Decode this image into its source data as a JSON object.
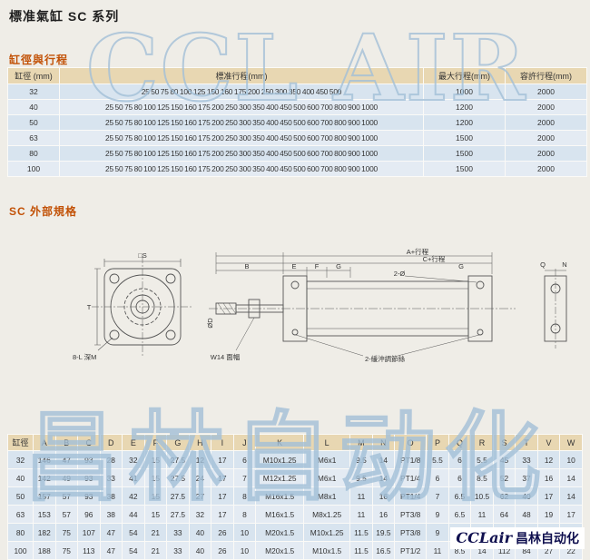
{
  "page": {
    "title": "標准氣缸 SC 系列",
    "watermark_top": "CCL AIR",
    "watermark_bottom": "昌林自动化",
    "logo_latin": "CCLair",
    "logo_cjk": "昌林自动化",
    "accent_color": "#c25106",
    "table_header_color": "#e8d7b2",
    "table_row_color": "#d8e4ef",
    "watermark_color": "#a3c0d8"
  },
  "stroke_section": {
    "heading": "缸徑與行程",
    "table": {
      "headers": [
        "缸徑 (mm)",
        "標准行程(mm)",
        "最大行程(mm)",
        "容許行程(mm)"
      ],
      "rows": [
        [
          "32",
          "25 50 75 80 100 125 150 160 175 200 250 300 350 400 450 500",
          "1000",
          "2000"
        ],
        [
          "40",
          "25 50 75 80 100 125 150 160 175 200 250 300 350 400 450 500 600 700 800 900 1000",
          "1200",
          "2000"
        ],
        [
          "50",
          "25 50 75 80 100 125 150 160 175 200 250 300 350 400 450 500 600 700 800 900 1000",
          "1200",
          "2000"
        ],
        [
          "63",
          "25 50 75 80 100 125 150 160 175 200 250 300 350 400 450 500 600 700 800 900 1000",
          "1500",
          "2000"
        ],
        [
          "80",
          "25 50 75 80 100 125 150 160 175 200 250 300 350 400 450 500 600 700 800 900 1000",
          "1500",
          "2000"
        ],
        [
          "100",
          "25 50 75 80 100 125 150 160 175 200 250 300 350 400 450 500 600 700 800 900 1000",
          "1500",
          "2000"
        ]
      ]
    }
  },
  "spec_section": {
    "heading": "SC 外部規格"
  },
  "drawing": {
    "labels": {
      "square_s": "□S",
      "t": "T",
      "corner_holes": "8-L 深M",
      "rod_dia": "ØD",
      "rod_flat": "W14 面幅",
      "b": "B",
      "e": "E",
      "f": "F",
      "g": "G",
      "g2": "G",
      "a_stroke": "A+行程",
      "c_stroke": "C+行程",
      "two_ports": "2-Ø",
      "cushion": "2-緩沖調節絲",
      "q": "Q",
      "n": "N"
    }
  },
  "dim_table": {
    "headers": [
      "缸徑",
      "A",
      "B",
      "C",
      "D",
      "E",
      "F",
      "G",
      "H",
      "I",
      "J",
      "K",
      "L",
      "M",
      "N",
      "O",
      "P",
      "Q",
      "R",
      "S",
      "T",
      "V",
      "W"
    ],
    "rows": [
      [
        "32",
        "146",
        "47",
        "93",
        "28",
        "32",
        "15",
        "27.5",
        "12",
        "17",
        "6",
        "M10x1.25",
        "M6x1",
        "9.5",
        "14",
        "PT1/8",
        "5.5",
        "6",
        "5.5",
        "45",
        "33",
        "12",
        "10"
      ],
      [
        "40",
        "142",
        "49",
        "93",
        "33",
        "41",
        "15",
        "27.5",
        "24",
        "17",
        "7",
        "M12x1.25",
        "M6x1",
        "9.5",
        "14",
        "PT1/4",
        "6",
        "6",
        "8.5",
        "52",
        "37",
        "16",
        "14"
      ],
      [
        "50",
        "157",
        "57",
        "93",
        "38",
        "42",
        "15",
        "27.5",
        "27",
        "17",
        "8",
        "M16x1.5",
        "M8x1",
        "11",
        "16",
        "PT1/4",
        "7",
        "6.5",
        "10.5",
        "62",
        "40",
        "17",
        "14"
      ],
      [
        "63",
        "153",
        "57",
        "96",
        "38",
        "44",
        "15",
        "27.5",
        "32",
        "17",
        "8",
        "M16x1.5",
        "M8x1.25",
        "11",
        "16",
        "PT3/8",
        "9",
        "6.5",
        "11",
        "64",
        "48",
        "19",
        "17"
      ],
      [
        "80",
        "182",
        "75",
        "107",
        "47",
        "54",
        "21",
        "33",
        "40",
        "26",
        "10",
        "M20x1.5",
        "M10x1.25",
        "11.5",
        "19.5",
        "PT3/8",
        "9",
        "8.5",
        "13",
        "78",
        "58",
        "24",
        "22"
      ],
      [
        "100",
        "188",
        "75",
        "113",
        "47",
        "54",
        "21",
        "33",
        "40",
        "26",
        "10",
        "M20x1.5",
        "M10x1.5",
        "11.5",
        "16.5",
        "PT1/2",
        "11",
        "8.5",
        "14",
        "112",
        "84",
        "27",
        "22"
      ]
    ]
  }
}
